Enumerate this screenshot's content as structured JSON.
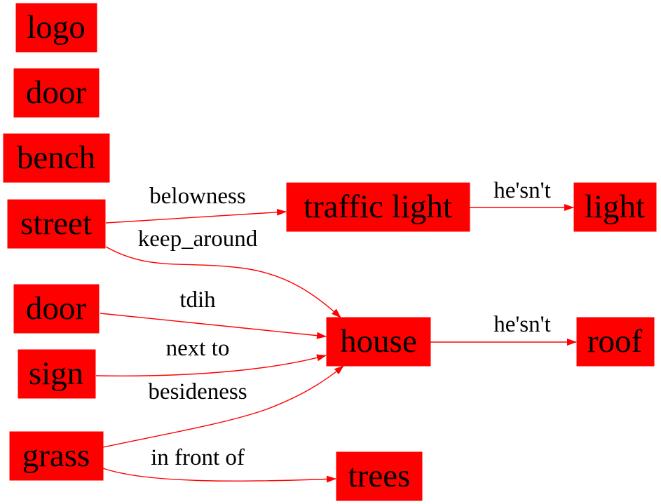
{
  "colors": {
    "node_fill": "#ff0000",
    "edge": "#ff0000",
    "text": "#000000",
    "background": "#ffffff"
  },
  "nodes": [
    {
      "id": "logo",
      "label": "logo"
    },
    {
      "id": "door_1",
      "label": "door"
    },
    {
      "id": "bench",
      "label": "bench"
    },
    {
      "id": "street",
      "label": "street"
    },
    {
      "id": "door_2",
      "label": "door"
    },
    {
      "id": "sign",
      "label": "sign"
    },
    {
      "id": "grass",
      "label": "grass"
    },
    {
      "id": "traffic_light",
      "label": "traffic light"
    },
    {
      "id": "house",
      "label": "house"
    },
    {
      "id": "trees",
      "label": "trees"
    },
    {
      "id": "light",
      "label": "light"
    },
    {
      "id": "roof",
      "label": "roof"
    }
  ],
  "edges": [
    {
      "from": "street",
      "to": "traffic_light",
      "label": "belowness"
    },
    {
      "from": "street",
      "to": "house",
      "label": "keep_around"
    },
    {
      "from": "door_2",
      "to": "house",
      "label": "tdih"
    },
    {
      "from": "sign",
      "to": "house",
      "label": "next to"
    },
    {
      "from": "grass",
      "to": "house",
      "label": "besideness"
    },
    {
      "from": "grass",
      "to": "trees",
      "label": "in front of"
    },
    {
      "from": "traffic_light",
      "to": "light",
      "label": "he'sn't"
    },
    {
      "from": "house",
      "to": "roof",
      "label": "he'sn't"
    }
  ]
}
